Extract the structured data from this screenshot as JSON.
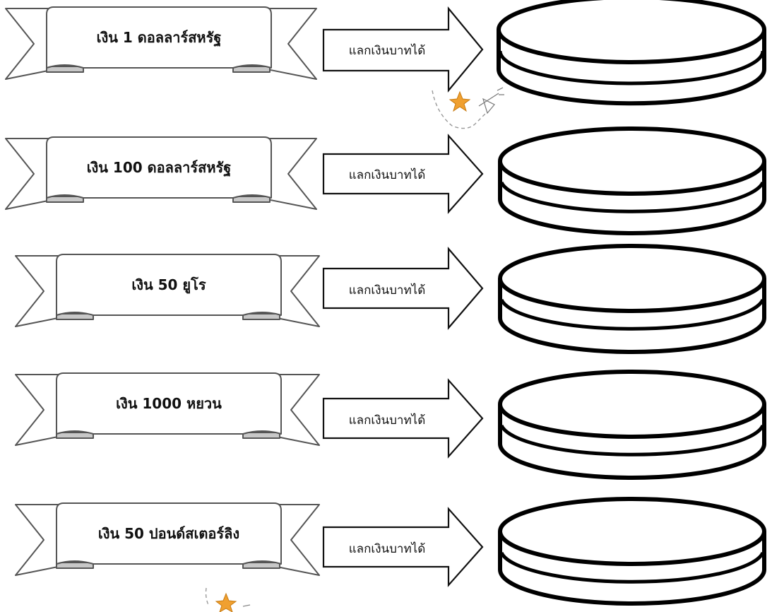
{
  "rows": [
    {
      "currency_label": "เงิน 1 ดอลลาร์สหรัฐ",
      "arrow_label": "แลกเงินบาทได้",
      "answer": ""
    },
    {
      "currency_label": "เงิน 100 ดอลลาร์สหรัฐ",
      "arrow_label": "แลกเงินบาทได้",
      "answer": ""
    },
    {
      "currency_label": "เงิน 50 ยูโร",
      "arrow_label": "แลกเงินบาทได้",
      "answer": ""
    },
    {
      "currency_label": "เงิน 1000 หยวน",
      "arrow_label": "แลกเงินบาทได้",
      "answer": ""
    },
    {
      "currency_label": "เงิน 50 ปอนด์สเตอร์ลิง",
      "arrow_label": "แลกเงินบาทได้",
      "answer": ""
    }
  ],
  "decorations": {
    "icon": "star-doodle-icon",
    "accent": "#f0a030"
  }
}
